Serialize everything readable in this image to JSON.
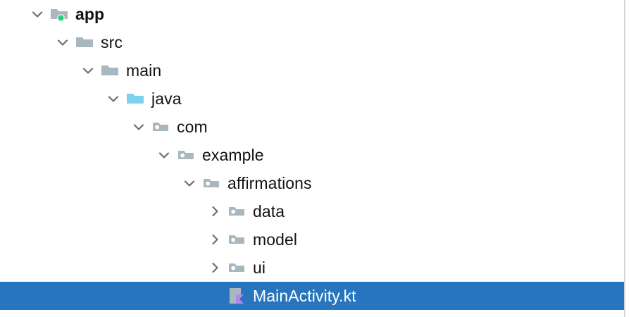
{
  "panel": {
    "name": "project-tree",
    "background": "#ffffff",
    "selection_color": "#2775bf",
    "selection_text_color": "#ffffff",
    "text_color": "#121212",
    "folder_color": "#a9b7c0",
    "source_root_color": "#7fd2ee",
    "badge_color": "#26d07c",
    "chevron_color": "#6e6e6e",
    "kotlin_accent_color": "#b388f5",
    "scrollbar_divider_color": "#d4d4d4"
  },
  "tree": {
    "rows": [
      {
        "label": "app",
        "depth": 0,
        "toggle": "chevron-down-icon",
        "icon": "module-folder-icon",
        "bold": true,
        "selected": false
      },
      {
        "label": "src",
        "depth": 1,
        "toggle": "chevron-down-icon",
        "icon": "folder-icon",
        "bold": false,
        "selected": false
      },
      {
        "label": "main",
        "depth": 2,
        "toggle": "chevron-down-icon",
        "icon": "folder-icon",
        "bold": false,
        "selected": false
      },
      {
        "label": "java",
        "depth": 3,
        "toggle": "chevron-down-icon",
        "icon": "source-root-folder-icon",
        "bold": false,
        "selected": false
      },
      {
        "label": "com",
        "depth": 4,
        "toggle": "chevron-down-icon",
        "icon": "package-folder-icon",
        "bold": false,
        "selected": false
      },
      {
        "label": "example",
        "depth": 5,
        "toggle": "chevron-down-icon",
        "icon": "package-folder-icon",
        "bold": false,
        "selected": false
      },
      {
        "label": "affirmations",
        "depth": 6,
        "toggle": "chevron-down-icon",
        "icon": "package-folder-icon",
        "bold": false,
        "selected": false
      },
      {
        "label": "data",
        "depth": 7,
        "toggle": "chevron-right-icon",
        "icon": "package-folder-icon",
        "bold": false,
        "selected": false
      },
      {
        "label": "model",
        "depth": 7,
        "toggle": "chevron-right-icon",
        "icon": "package-folder-icon",
        "bold": false,
        "selected": false
      },
      {
        "label": "ui",
        "depth": 7,
        "toggle": "chevron-right-icon",
        "icon": "package-folder-icon",
        "bold": false,
        "selected": false
      },
      {
        "label": "MainActivity.kt",
        "depth": 7,
        "toggle": "none",
        "icon": "kotlin-file-icon",
        "bold": false,
        "selected": true
      }
    ]
  },
  "scrollbar": {
    "name": "vertical-scrollbar"
  }
}
